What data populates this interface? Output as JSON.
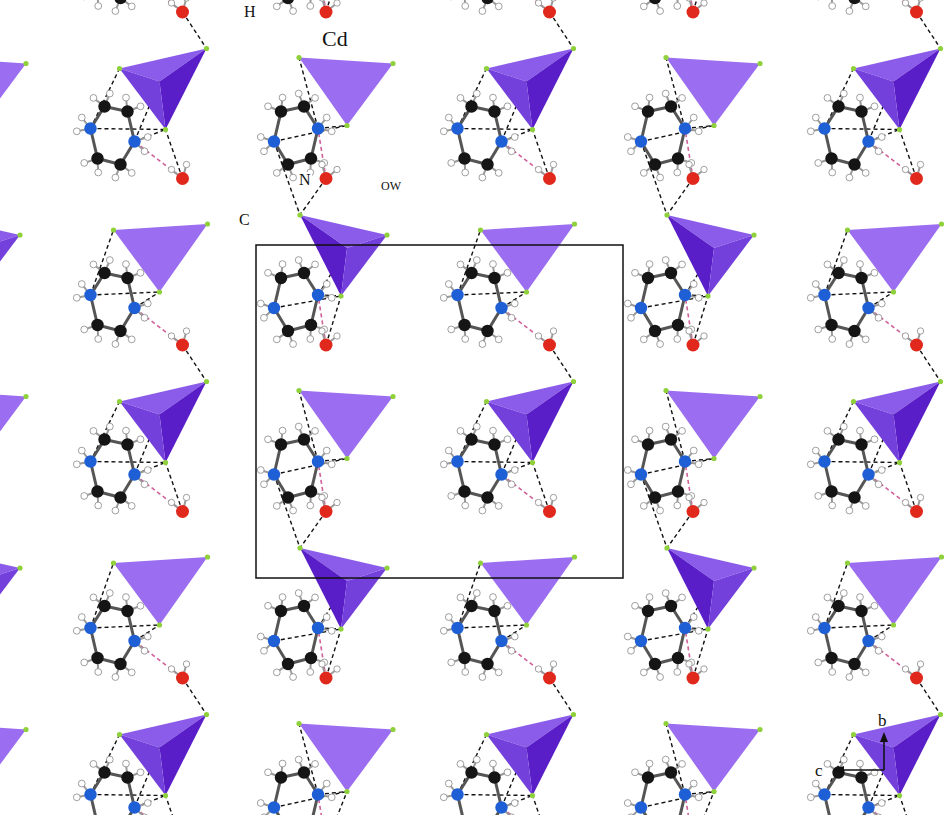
{
  "diagram": {
    "labels": [
      "Cd",
      "H",
      "N",
      "C",
      "OW",
      "b",
      "c"
    ]
  }
}
